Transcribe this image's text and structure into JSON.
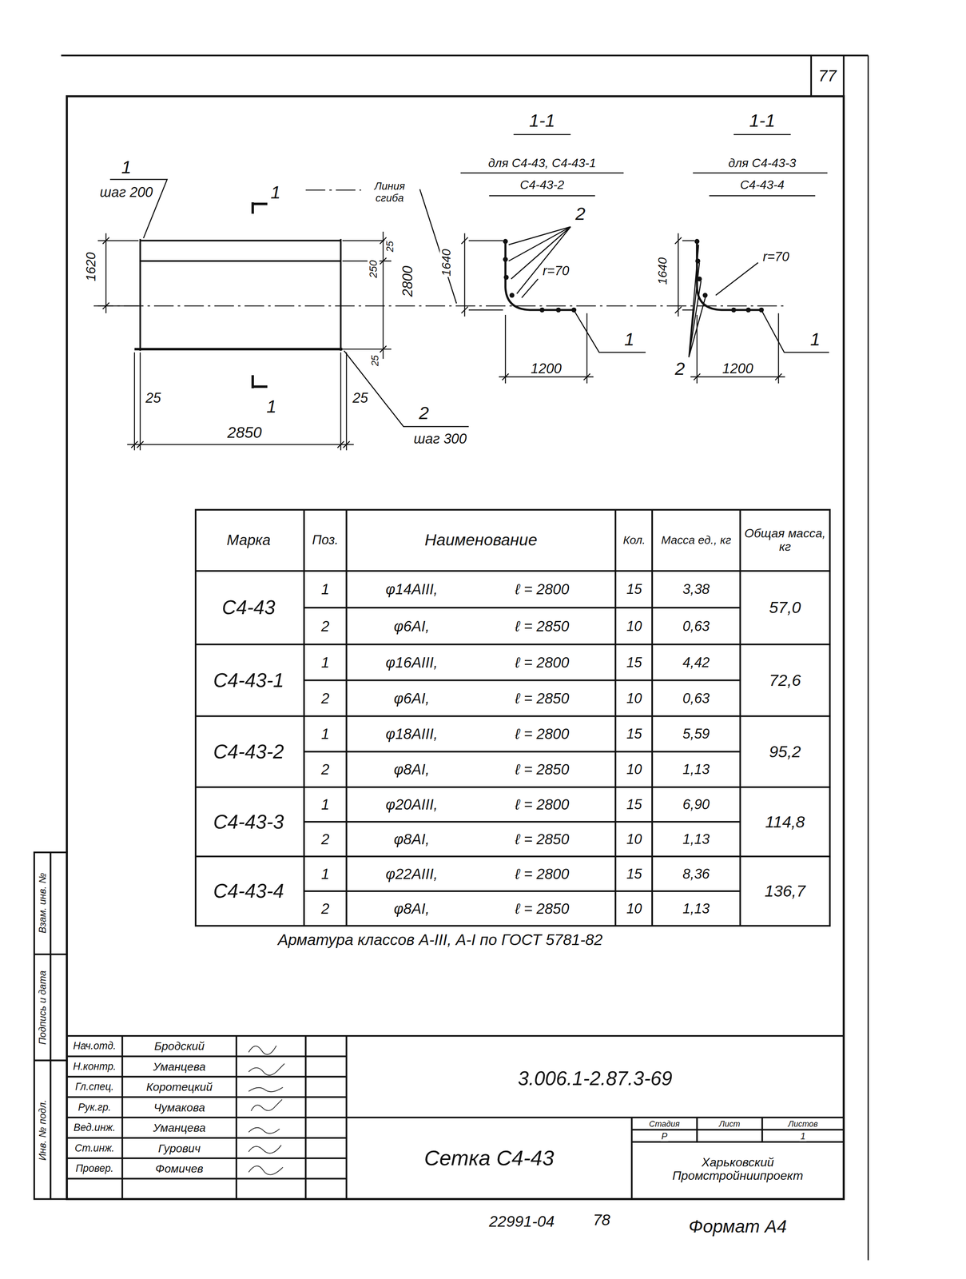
{
  "diagram": {
    "labels": [
      "77",
      "1",
      "шаг 200",
      "1620",
      "1",
      "Линия сгиба",
      "25",
      "250",
      "2800",
      "25",
      "25",
      "1",
      "25",
      "2850",
      "2",
      "шаг 300",
      "1-1",
      "для С4-43, С4-43-1",
      "С4-43-2",
      "2",
      "1640",
      "r=70",
      "1200",
      "1",
      "1-1",
      "для С4-43-3",
      "С4-43-4",
      "1640",
      "r=70",
      "2",
      "1200",
      "1",
      "Марка",
      "Поз.",
      "Наименование",
      "Кол.",
      "Масса ед., кг",
      "Общая масса, кг",
      "С4-43",
      "1",
      "φ14АIII,",
      "ℓ = 2800",
      "15",
      "3,38",
      "57,0",
      "2",
      "φ6АI,",
      "ℓ = 2850",
      "10",
      "0,63",
      "С4-43-1",
      "1",
      "φ16АIII,",
      "ℓ = 2800",
      "15",
      "4,42",
      "72,6",
      "2",
      "φ6АI,",
      "ℓ = 2850",
      "10",
      "0,63",
      "С4-43-2",
      "1",
      "φ18АIII,",
      "ℓ = 2800",
      "15",
      "5,59",
      "95,2",
      "2",
      "φ8АI,",
      "ℓ = 2850",
      "10",
      "1,13",
      "С4-43-3",
      "1",
      "φ20АIII,",
      "ℓ = 2800",
      "15",
      "6,90",
      "114,8",
      "2",
      "φ8АI,",
      "ℓ = 2850",
      "10",
      "1,13",
      "С4-43-4",
      "1",
      "φ22АIII,",
      "ℓ = 2800",
      "15",
      "8,36",
      "136,7",
      "2",
      "φ8АI,",
      "ℓ = 2850",
      "10",
      "1,13",
      "Арматура классов А-III, А-I по ГОСТ 5781-82",
      "Взам. инв. №",
      "Подпись и дата",
      "Инв. № подл.",
      "Нач.отд.",
      "Бродский",
      "Н.контр.",
      "Уманцева",
      "Гл.спец.",
      "Коротецкий",
      "Рук.гр.",
      "Чумакова",
      "Вед.инж.",
      "Уманцева",
      "Ст.инж.",
      "Гурович",
      "Провер.",
      "Фомичев",
      "3.006.1-2.87.3-69",
      "Сетка С4-43",
      "Стадия",
      "Лист",
      "Листов",
      "Р",
      "1",
      "Харьковский Промстройниипроект",
      "22991-04",
      "78",
      "Формат А4"
    ]
  }
}
